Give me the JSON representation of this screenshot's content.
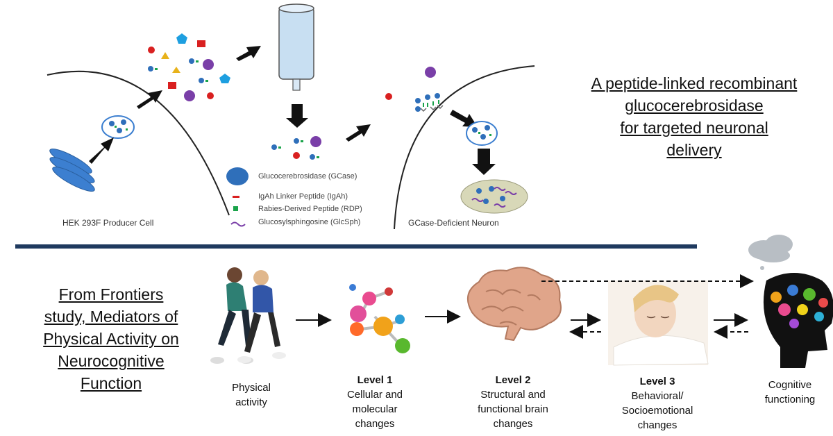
{
  "top_panel": {
    "producer_cell_label": "HEK 293F Producer Cell",
    "neuron_label": "GCase-Deficient Neuron",
    "legend": [
      {
        "text": "Glucocerebrosidase (GCase)",
        "symbol": "blue-ellipse"
      },
      {
        "text": "IgAh Linker Peptide (IgAh)",
        "symbol": "red-dash"
      },
      {
        "text": "Rabies-Derived Peptide (RDP)",
        "symbol": "green-square"
      },
      {
        "text": "Glucosylsphingosine (GlcSph)",
        "symbol": "purple-squiggle"
      }
    ],
    "title_lines": [
      "A peptide-linked recombinant",
      "glucocerebrosidase",
      "for targeted neuronal",
      "delivery"
    ]
  },
  "divider_color": "#1f3a5f",
  "bottom_panel": {
    "title_lines": [
      "From Frontiers",
      "study, Mediators of",
      "Physical Activity on",
      "Neurocognitive",
      "Function"
    ],
    "stages": [
      {
        "level": "",
        "lines": [
          "Physical",
          "activity"
        ]
      },
      {
        "level": "Level 1",
        "lines": [
          "Cellular and",
          "molecular",
          "changes"
        ]
      },
      {
        "level": "Level 2",
        "lines": [
          "Structural and",
          "functional brain",
          "changes"
        ]
      },
      {
        "level": "Level 3",
        "lines": [
          "Behavioral/",
          "Socioemotional",
          "changes"
        ]
      },
      {
        "level": "",
        "lines": [
          "Cognitive",
          "functioning"
        ]
      }
    ]
  },
  "colors": {
    "gcase_blue": "#2f6fba",
    "linker_red": "#d92020",
    "rdp_green": "#1aa34a",
    "glcsph_purple": "#7a3fa8",
    "arrow": "#111111"
  }
}
